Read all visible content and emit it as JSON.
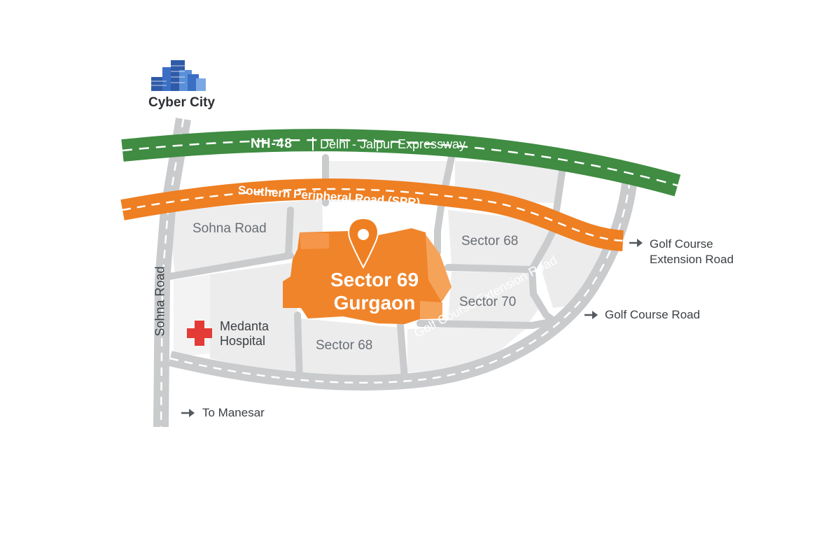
{
  "colors": {
    "background": "#ffffff",
    "land": "#ededee",
    "land_light": "#f4f4f5",
    "road": "#c9cbcd",
    "road_dash": "#ffffff",
    "highway_green": "#3f8c42",
    "spr_orange": "#ee7f22",
    "focus_orange": "#f0842a",
    "focus_orange_light": "#f6a35a",
    "hospital_red": "#e33b35",
    "building_blue": "#2f5aa8",
    "text_dark": "#3c4043",
    "text_grey": "#6a6f74"
  },
  "landmarks": {
    "cyber_city": {
      "label": "Cyber City",
      "icon": "building-icon"
    },
    "medanta": {
      "label_line1": "Medanta",
      "label_line2": "Hospital",
      "icon": "hospital-cross-icon"
    }
  },
  "roads": {
    "nh48": {
      "code": "NH-48",
      "name": "Delhi - Jaipur Expressway"
    },
    "spr": {
      "label": "Southern Peripheral Road (SPR)"
    },
    "sohna_road_vertical": {
      "label": "Sohna Road"
    },
    "golf_course_extension": {
      "label": "Golf Course Extension Road"
    }
  },
  "areas": {
    "sohna_road_area": "Sohna Road",
    "sector_68_top": "Sector 68",
    "sector_70": "Sector 70",
    "sector_68_bottom": "Sector 68"
  },
  "focus_area": {
    "line1": "Sector 69",
    "line2": "Gurgaon",
    "icon": "location-pin-icon"
  },
  "destinations": {
    "golf_course_extension_road": {
      "line1": "Golf Course",
      "line2": "Extension Road",
      "icon": "arrow-right-icon"
    },
    "golf_course_road": {
      "label": "Golf Course Road",
      "icon": "arrow-right-icon"
    },
    "to_manesar": {
      "label": "To Manesar",
      "icon": "arrow-right-icon"
    }
  }
}
